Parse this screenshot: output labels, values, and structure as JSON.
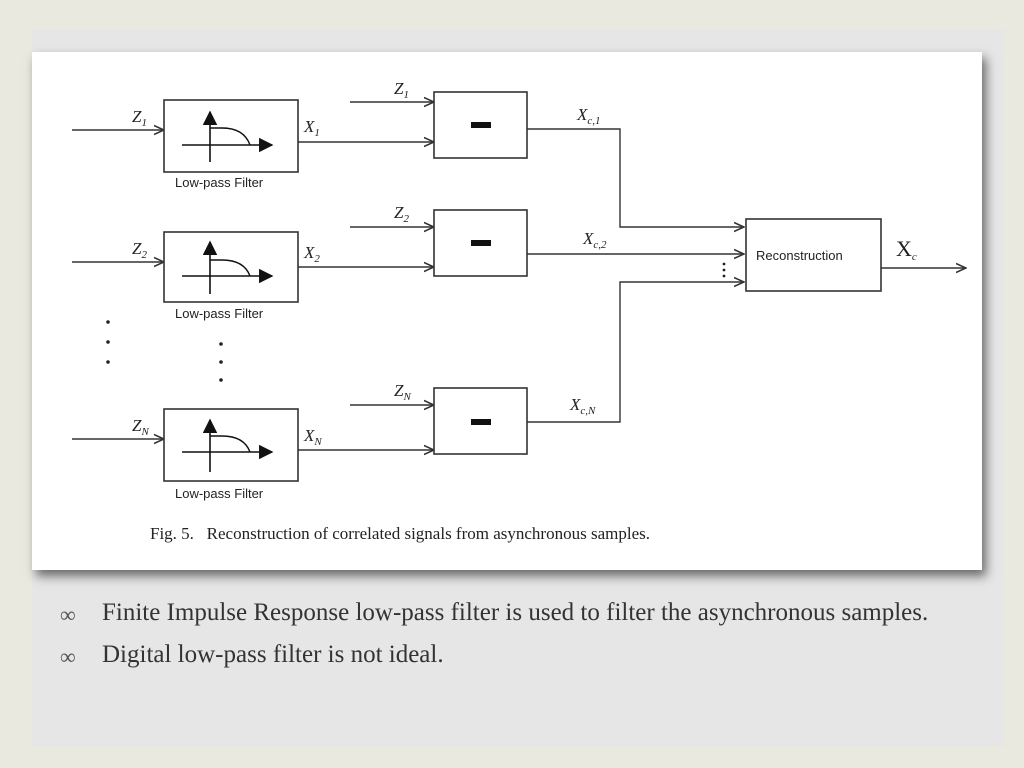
{
  "diagram": {
    "filters": [
      {
        "input": "Z",
        "input_sub": "1",
        "output": "X",
        "output_sub": "1",
        "label": "Low-pass Filter"
      },
      {
        "input": "Z",
        "input_sub": "2",
        "output": "X",
        "output_sub": "2",
        "label": "Low-pass Filter"
      },
      {
        "input": "Z",
        "input_sub": "N",
        "output": "X",
        "output_sub": "N",
        "label": "Low-pass Filter"
      }
    ],
    "subtractors": [
      {
        "input": "Z",
        "input_sub": "1",
        "output": "X",
        "output_sub": "c,1"
      },
      {
        "input": "Z",
        "input_sub": "2",
        "output": "X",
        "output_sub": "c,2"
      },
      {
        "input": "Z",
        "input_sub": "N",
        "output": "X",
        "output_sub": "c,N"
      }
    ],
    "reconstruction_label": "Reconstruction",
    "output_label": "X",
    "output_sub": "c",
    "caption": "Fig. 5.   Reconstruction of correlated signals from asynchronous samples."
  },
  "bullets": [
    {
      "icon": "chain-link-icon",
      "text": "Finite Impulse Response low-pass filter is used to filter the asynchronous samples."
    },
    {
      "icon": "chain-link-icon",
      "text": "Digital low-pass filter is not ideal."
    }
  ]
}
